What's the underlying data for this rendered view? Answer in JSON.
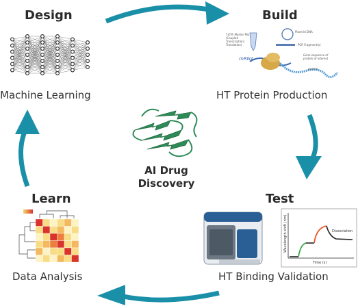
{
  "cycle": {
    "design": {
      "title": "Design",
      "subtitle": "Machine Learning"
    },
    "build": {
      "title": "Build",
      "subtitle": "HT Protein Production"
    },
    "test": {
      "title": "Test",
      "subtitle": "HT Binding Validation"
    },
    "learn": {
      "title": "Learn",
      "subtitle": "Data Analysis"
    },
    "center": {
      "line1": "AI Drug",
      "line2": "Discovery"
    }
  },
  "build_figure": {
    "mrna": "mRNA",
    "plasmid": "Plasmid DNA",
    "pcr": "PCR Fragment(s)",
    "master_mix": "TxT® Master Mix",
    "master_mix_2": "(Coupled",
    "master_mix_3": "Transcription/",
    "master_mix_4": "Translation)",
    "gene": "Gene sequence of",
    "gene_2": "protein of interest",
    "protein": "protein"
  },
  "test_chart": {
    "ylabel": "Wavelength shift (nm)",
    "xlabel": "Time (s)",
    "annotation": "Dissociation"
  },
  "colors": {
    "arrow": "#1a8fa8",
    "ml_nodes": "#333333",
    "protein": "#2e8b57",
    "association": "#e8542a",
    "baseline_green": "#3aa84a"
  }
}
